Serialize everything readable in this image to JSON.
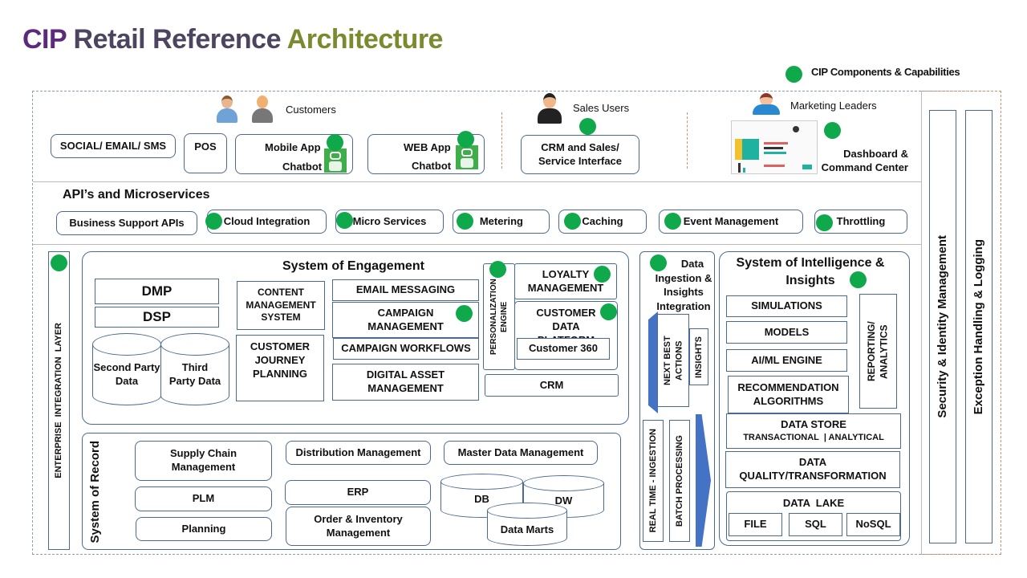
{
  "title": {
    "part1": "CIP ",
    "part2": "Retail ",
    "part3": "Reference ",
    "part4": "Architecture"
  },
  "legend": {
    "label": "CIP Components & Capabilities",
    "color": "#0fa84a"
  },
  "channels": {
    "customers_label": "Customers",
    "sales_label": "Sales Users",
    "marketing_label": "Marketing Leaders",
    "items": [
      "SOCIAL/ EMAIL/ SMS",
      "POS",
      "Mobile App",
      "Chatbot",
      "WEB App",
      "Chatbot",
      "CRM and Sales/ Service Interface",
      "Dashboard & Command Center"
    ]
  },
  "apis": {
    "heading": "API’s and Microservices",
    "items": [
      "Business Support APIs",
      "Cloud Integration",
      "Micro Services",
      "Metering",
      "Caching",
      "Event Management",
      "Throttling"
    ]
  },
  "enterprise_layer": "ENTERPRISE  INTEGRATION  LAYER",
  "engagement": {
    "heading": "System of Engagement",
    "dmp": "DMP",
    "dsp": "DSP",
    "second_party": "Second Party Data",
    "third_party": "Third Party Data",
    "cms": "CONTENT MANAGEMENT SYSTEM",
    "cjp": "CUSTOMER JOURNEY PLANNING",
    "email": "EMAIL MESSAGING",
    "campaign": "CAMPAIGN MANAGEMENT",
    "workflows": "CAMPAIGN WORKFLOWS",
    "dam": "DIGITAL ASSET MANAGEMENT",
    "personalization": "PERSONALIZATION ENGINE",
    "loyalty": "LOYALTY MANAGEMENT",
    "cdp": "CUSTOMER DATA PLATFORM",
    "c360": "Customer 360",
    "crm": "CRM"
  },
  "record": {
    "heading": "System of Record",
    "scm": "Supply Chain Management",
    "plm": "PLM",
    "planning": "Planning",
    "distribution": "Distribution Management",
    "erp": "ERP",
    "oim": "Order & Inventory Management",
    "mdm": "Master Data Management",
    "db": "DB",
    "dw": "DW",
    "marts": "Data Marts"
  },
  "ingestion": {
    "heading": "Data Ingestion & Insights Integration",
    "nba": "NEXT BEST ACTIONS",
    "insights": "INSIGHTS",
    "realtime": "REAL TIME - INGESTION",
    "batch": "BATCH PROCESSING",
    "realtime_hidden": "REAL TIME - INGESTION"
  },
  "intelligence": {
    "heading": "System of Intelligence & Insights",
    "simulations": "SIMULATIONS",
    "models": "MODELS",
    "aiml": "AI/ML ENGINE",
    "reco": "RECOMMENDATION ALGORITHMS",
    "reporting": "REPORTING/ ANALYTICS",
    "datastore": "DATA STORE",
    "datastore_sub": "TRANSACTIONAL  | ANALYTICAL",
    "dq": "DATA QUALITY/TRANSFORMATION",
    "lake": "DATA  LAKE",
    "file": "FILE",
    "sql": "SQL",
    "nosql": "NoSQL"
  },
  "cross_cutting": {
    "security": "Security & Identity Management",
    "exception": "Exception Handling & Logging"
  }
}
